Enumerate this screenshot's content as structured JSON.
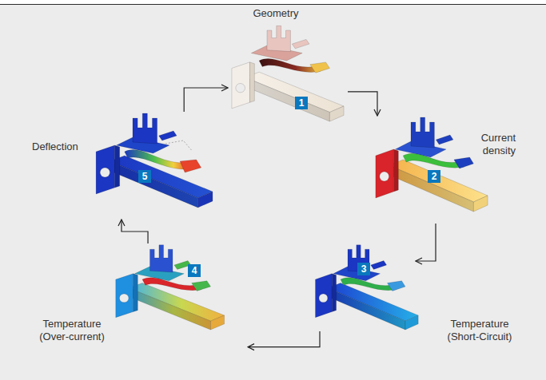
{
  "diagram": {
    "nodes": [
      {
        "text": [
          "Geometry",
          "1"
        ]
      },
      {
        "text": [
          "Current density",
          "2"
        ]
      },
      {
        "text": [
          "Temperature (Short-Circuit)",
          "3"
        ]
      },
      {
        "text": [
          "Temperature (Over-current)",
          "4"
        ]
      },
      {
        "text": [
          "Deflection",
          "5"
        ]
      }
    ],
    "edges": [
      {
        "from": 0,
        "to": 1,
        "arrow": "to"
      },
      {
        "from": 1,
        "to": 2,
        "arrow": "to"
      },
      {
        "from": 2,
        "to": 3,
        "arrow": "to"
      },
      {
        "from": 3,
        "to": 4,
        "arrow": "to"
      },
      {
        "from": 4,
        "to": 0,
        "arrow": "to"
      }
    ]
  }
}
